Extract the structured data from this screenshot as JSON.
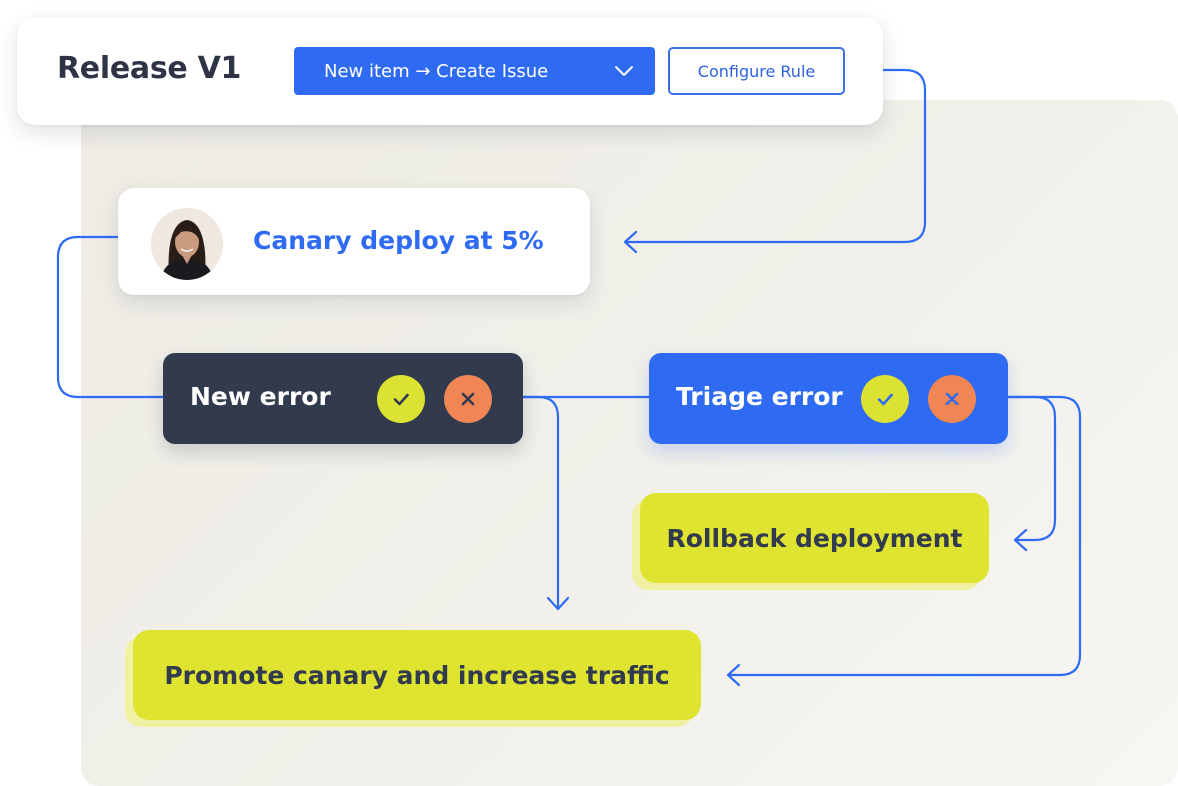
{
  "header": {
    "title": "Release V1",
    "rule_select": {
      "value": "New item → Create Issue",
      "icon": "chevron-down-icon"
    },
    "configure_button": "Configure Rule"
  },
  "nodes": {
    "canary": {
      "label": "Canary deploy at 5%",
      "avatar": "person-avatar"
    },
    "new_error": {
      "label": "New error",
      "approve_icon": "check-icon",
      "reject_icon": "close-icon"
    },
    "triage_error": {
      "label": "Triage error",
      "approve_icon": "check-icon",
      "reject_icon": "close-icon"
    },
    "rollback": {
      "label": "Rollback deployment"
    },
    "promote": {
      "label": "Promote canary and increase traffic"
    }
  },
  "colors": {
    "primary_blue": "#2f6bf2",
    "dark_node": "#323a4e",
    "lime": "#dfe430",
    "approve": "#dbe232",
    "reject": "#ef8654",
    "connector": "#2f6bf2",
    "backdrop": "#eeece4"
  }
}
